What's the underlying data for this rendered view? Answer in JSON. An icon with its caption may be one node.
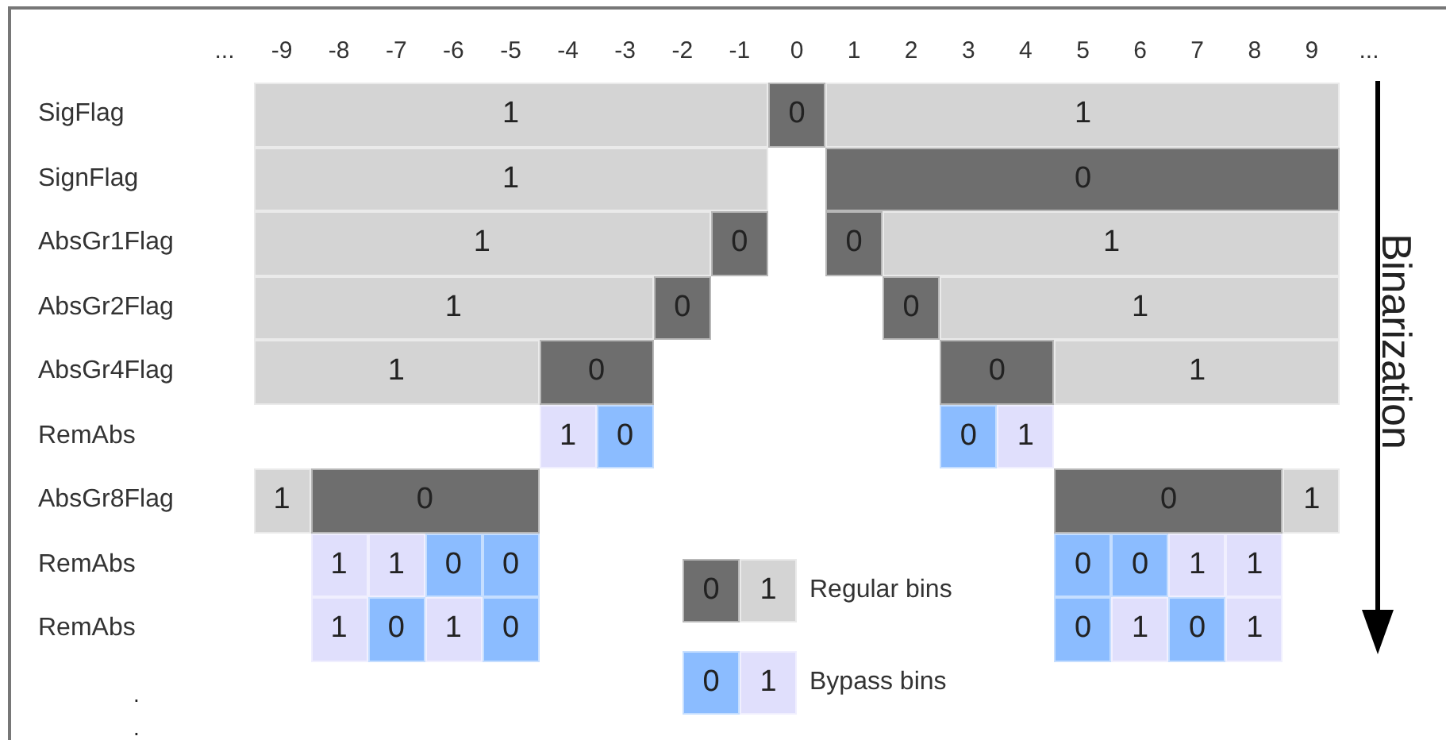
{
  "diagram": {
    "nodes": [
      {
        "text": [
          "1"
        ]
      },
      {
        "text": [
          "0"
        ]
      },
      {
        "text": [
          "1"
        ]
      },
      {
        "text": [
          "1"
        ]
      },
      {
        "text": [
          "0"
        ]
      },
      {
        "text": [
          "1"
        ]
      },
      {
        "text": [
          "0"
        ]
      },
      {
        "text": [
          "0"
        ]
      },
      {
        "text": [
          "1"
        ]
      },
      {
        "text": [
          "1"
        ]
      },
      {
        "text": [
          "0"
        ]
      },
      {
        "text": [
          "0"
        ]
      },
      {
        "text": [
          "1"
        ]
      },
      {
        "text": [
          "1"
        ]
      },
      {
        "text": [
          "0"
        ]
      },
      {
        "text": [
          "0"
        ]
      },
      {
        "text": [
          "1"
        ]
      },
      {
        "text": [
          "1"
        ]
      },
      {
        "text": [
          "0"
        ]
      },
      {
        "text": [
          "0"
        ]
      },
      {
        "text": [
          "1"
        ]
      },
      {
        "text": [
          "1"
        ]
      },
      {
        "text": [
          "0"
        ]
      },
      {
        "text": [
          "0"
        ]
      },
      {
        "text": [
          "1"
        ]
      },
      {
        "text": [
          "1"
        ]
      },
      {
        "text": [
          "1"
        ]
      },
      {
        "text": [
          "0"
        ]
      },
      {
        "text": [
          "0"
        ]
      },
      {
        "text": [
          "0"
        ]
      },
      {
        "text": [
          "0"
        ]
      },
      {
        "text": [
          "1"
        ]
      },
      {
        "text": [
          "1"
        ]
      },
      {
        "text": [
          "1"
        ]
      },
      {
        "text": [
          "0"
        ]
      },
      {
        "text": [
          "1"
        ]
      },
      {
        "text": [
          "0"
        ]
      },
      {
        "text": [
          "0"
        ]
      },
      {
        "text": [
          "1"
        ]
      },
      {
        "text": [
          "0"
        ]
      },
      {
        "text": [
          "1"
        ]
      },
      {
        "text": [
          "0"
        ]
      },
      {
        "text": [
          "1"
        ]
      },
      {
        "text": [
          "0"
        ]
      },
      {
        "text": [
          "1"
        ]
      }
    ],
    "labels": [
      "...",
      "-9",
      "-8",
      "-7",
      "-6",
      "-5",
      "-4",
      "-3",
      "-2",
      "-1",
      "0",
      "1",
      "2",
      "3",
      "4",
      "5",
      "6",
      "7",
      "8",
      "9",
      "...",
      "SigFlag",
      "SignFlag",
      "AbsGr1Flag",
      "AbsGr2Flag",
      "AbsGr4Flag",
      "RemAbs",
      "AbsGr8Flag",
      "RemAbs",
      "RemAbs",
      "Binarization",
      ".",
      "."
    ],
    "legend": [
      {
        "text": "Regular bins"
      },
      {
        "text": "Bypass bins"
      }
    ]
  }
}
